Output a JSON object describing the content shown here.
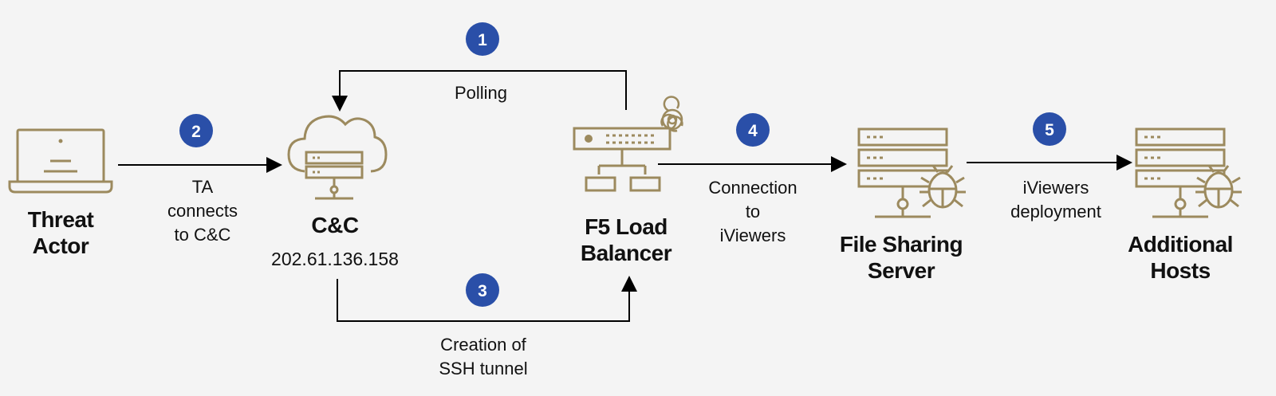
{
  "colors": {
    "icon": "#9c8a5e",
    "badge": "#2a4fa8",
    "line": "#000000",
    "background": "#f4f4f4"
  },
  "nodes": {
    "threat_actor": {
      "title": "Threat\nActor",
      "icon": "laptop-icon"
    },
    "cnc": {
      "title": "C&C",
      "ip": "202.61.136.158",
      "icon": "cloud-server-icon"
    },
    "f5": {
      "title": "F5 Load\nBalancer",
      "icon": "load-balancer-biohazard-icon"
    },
    "file_server": {
      "title": "File Sharing\nServer",
      "icon": "server-bug-icon"
    },
    "additional_hosts": {
      "title": "Additional\nHosts",
      "icon": "server-bug-icon"
    }
  },
  "steps": [
    {
      "number": "1",
      "label": "Polling"
    },
    {
      "number": "2",
      "label": "TA\nconnects\nto C&C"
    },
    {
      "number": "3",
      "label": "Creation of\nSSH tunnel"
    },
    {
      "number": "4",
      "label": "Connection\nto\niViewers"
    },
    {
      "number": "5",
      "label": "iViewers\ndeployment"
    }
  ]
}
